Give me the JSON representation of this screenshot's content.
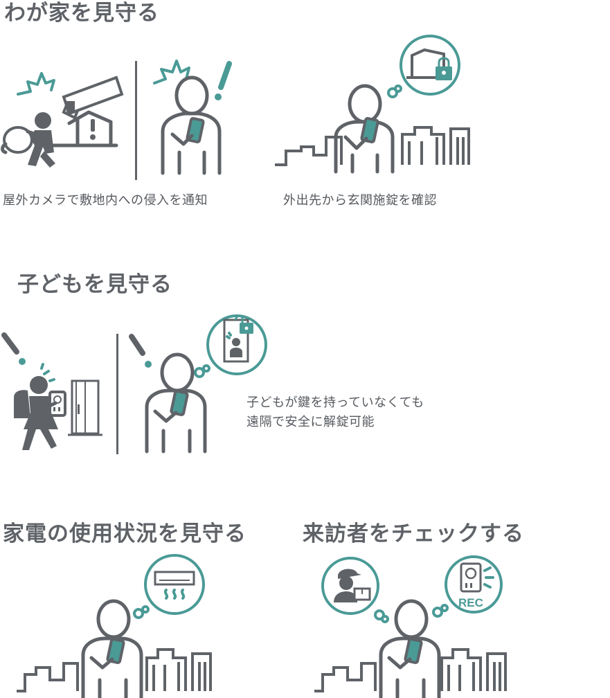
{
  "sections": {
    "home": {
      "title": "わが家を見守る",
      "caption_intrusion": "屋外カメラで敷地内への侵入を通知",
      "caption_lock": "外出先から玄関施錠を確認"
    },
    "kids": {
      "title": "子どもを見守る",
      "caption_line1": "子どもが鍵を持っていなくても",
      "caption_line2": "遠隔で安全に解錠可能"
    },
    "appliance": {
      "title": "家電の使用状況を見守る"
    },
    "visitor": {
      "title": "来訪者をチェックする",
      "rec_label": "REC"
    }
  },
  "colors": {
    "accent": "#4a9a96",
    "ink": "#5f6368"
  },
  "icons": [
    "burglar-icon",
    "security-camera-icon",
    "alert-icon",
    "person-phone-icon",
    "thought-bubble-icon",
    "house-lock-icon",
    "city-skyline-icon",
    "child-icon",
    "intercom-icon",
    "door-icon",
    "unlock-door-icon",
    "air-conditioner-icon",
    "delivery-person-icon",
    "intercom-rec-icon"
  ]
}
